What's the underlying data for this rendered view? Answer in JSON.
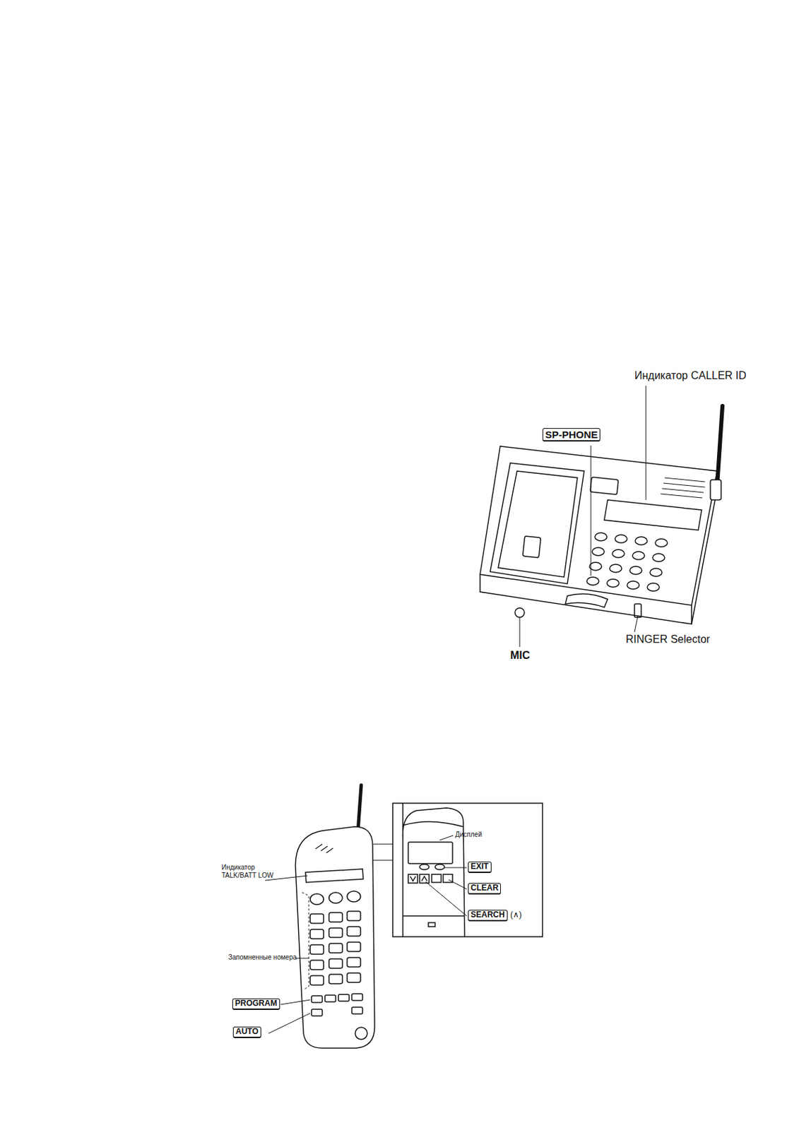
{
  "diagram": {
    "labels": [
      "Индикатор CALLER ID",
      "SP-PHONE",
      "MIC",
      "RINGER Selector",
      "Дисплей",
      "EXIT",
      "CLEAR",
      "SEARCH",
      "(∧)",
      "Индикатор TALK/BATT LOW",
      "Запомненные номера",
      "PROGRAM",
      "AUTO"
    ]
  }
}
